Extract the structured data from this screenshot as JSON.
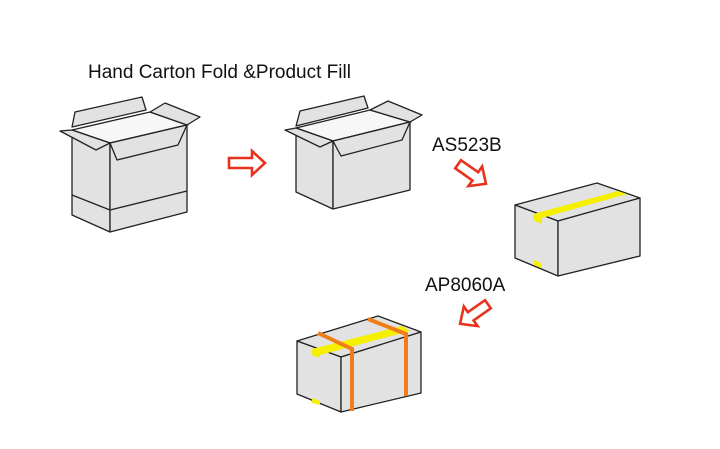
{
  "title": "Hand Carton Fold &Product Fill",
  "steps": [
    {
      "label": "AS523B"
    },
    {
      "label": "AP8060A"
    }
  ],
  "colors": {
    "arrow": "#e8321e",
    "tape": "#f5f000",
    "strap": "#f07d18",
    "box": "#e2e2e2"
  }
}
